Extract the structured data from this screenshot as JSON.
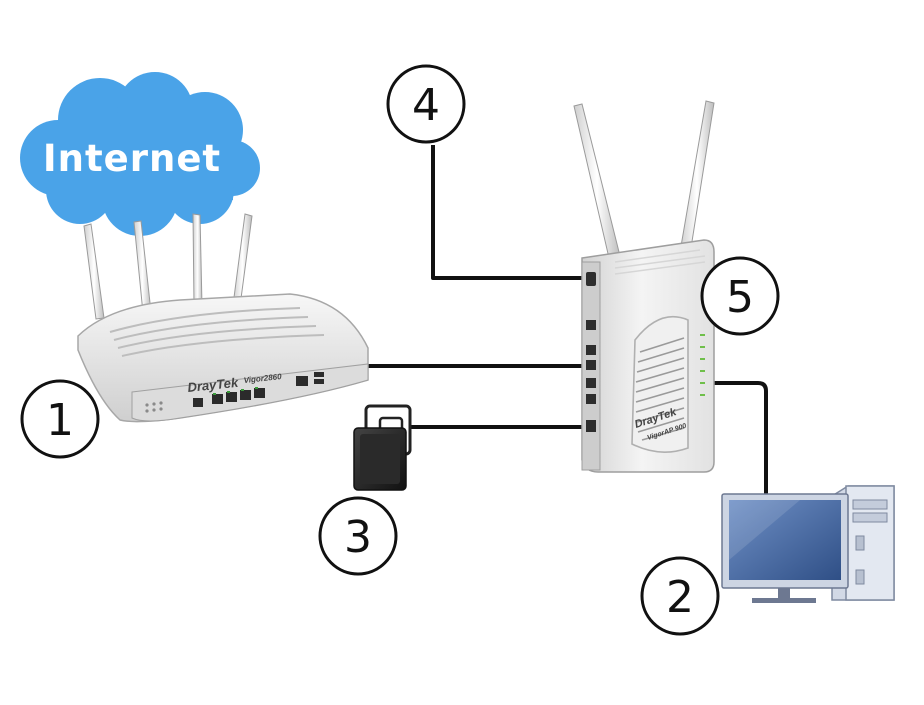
{
  "cloud": {
    "label": "Internet"
  },
  "callouts": [
    {
      "id": "1",
      "label": "1",
      "refers_to": "router"
    },
    {
      "id": "2",
      "label": "2",
      "refers_to": "computer"
    },
    {
      "id": "3",
      "label": "3",
      "refers_to": "power-adapter"
    },
    {
      "id": "4",
      "label": "4",
      "refers_to": "access-point-power-port"
    },
    {
      "id": "5",
      "label": "5",
      "refers_to": "access-point"
    }
  ],
  "router": {
    "brand": "DrayTek",
    "model": "Vigor2860"
  },
  "access_point": {
    "brand": "DrayTek",
    "model": "VigorAP 900"
  },
  "colors": {
    "cloud": "#4aa3e8",
    "cable": "#111111",
    "device_body": "#e6e6e6",
    "monitor_screen": "#4a6fa8"
  }
}
